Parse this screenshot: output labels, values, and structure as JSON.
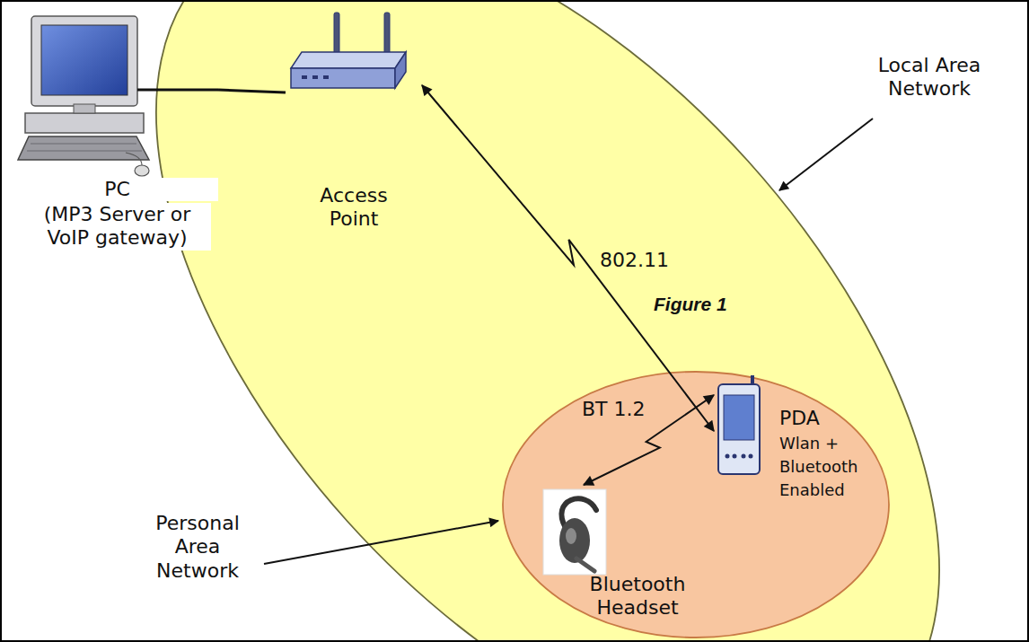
{
  "diagram": {
    "nodes": [
      {
        "text": [
          "Local Area Network"
        ]
      },
      {
        "text": [
          "PC",
          "(MP3 Server or VoIP gateway)"
        ]
      },
      {
        "text": [
          "Access Point"
        ],
        "in": 0
      },
      {
        "text": [
          "Personal Area Network"
        ],
        "in": 0
      },
      {
        "text": [
          "PDA",
          "Wlan + Bluetooth Enabled"
        ],
        "in": 3
      },
      {
        "text": [
          "Bluetooth Headset"
        ],
        "in": 3
      }
    ],
    "edges": [
      {
        "from": 1,
        "to": 2,
        "arrow": "none"
      },
      {
        "from": 2,
        "to": 4,
        "arrow": "both",
        "label": "802.11"
      },
      {
        "from": 4,
        "to": 5,
        "arrow": "both",
        "label": "BT 1.2"
      }
    ],
    "labels": [
      "Figure 1"
    ]
  }
}
